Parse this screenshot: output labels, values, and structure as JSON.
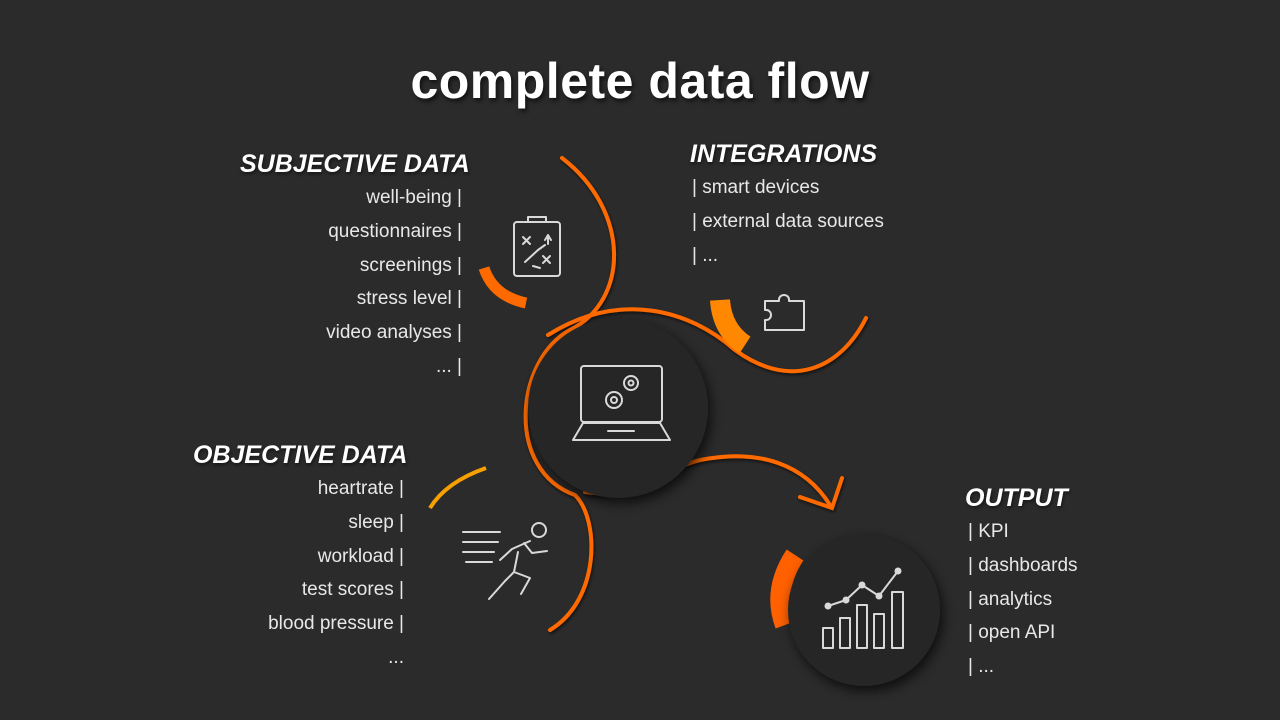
{
  "title": "complete data flow",
  "colors": {
    "background": "#2b2b2b",
    "accent": "#ff6a00",
    "accent_light": "#ff8c00",
    "icon_stroke": "#d9d9d9",
    "circle_fill": "#262626"
  },
  "subjective": {
    "heading": "SUBJECTIVE DATA",
    "items": [
      "well-being |",
      "questionnaires |",
      "screenings |",
      "stress level |",
      "video analyses |",
      "... |"
    ]
  },
  "objective": {
    "heading": "OBJECTIVE DATA",
    "items": [
      "heartrate |",
      "sleep |",
      "workload |",
      "test scores |",
      "blood pressure |",
      "..."
    ]
  },
  "integrations": {
    "heading": "INTEGRATIONS",
    "items": [
      "| smart devices",
      "| external data sources",
      "| ..."
    ]
  },
  "output": {
    "heading": "OUTPUT",
    "items": [
      "| KPI",
      "| dashboards",
      "| analytics",
      "| open API",
      "| ..."
    ]
  },
  "icons": {
    "subjective": "clipboard-strategy-icon",
    "integrations": "puzzle-piece-icon",
    "center": "laptop-gears-icon",
    "objective": "running-person-icon",
    "output": "bar-line-chart-icon"
  }
}
